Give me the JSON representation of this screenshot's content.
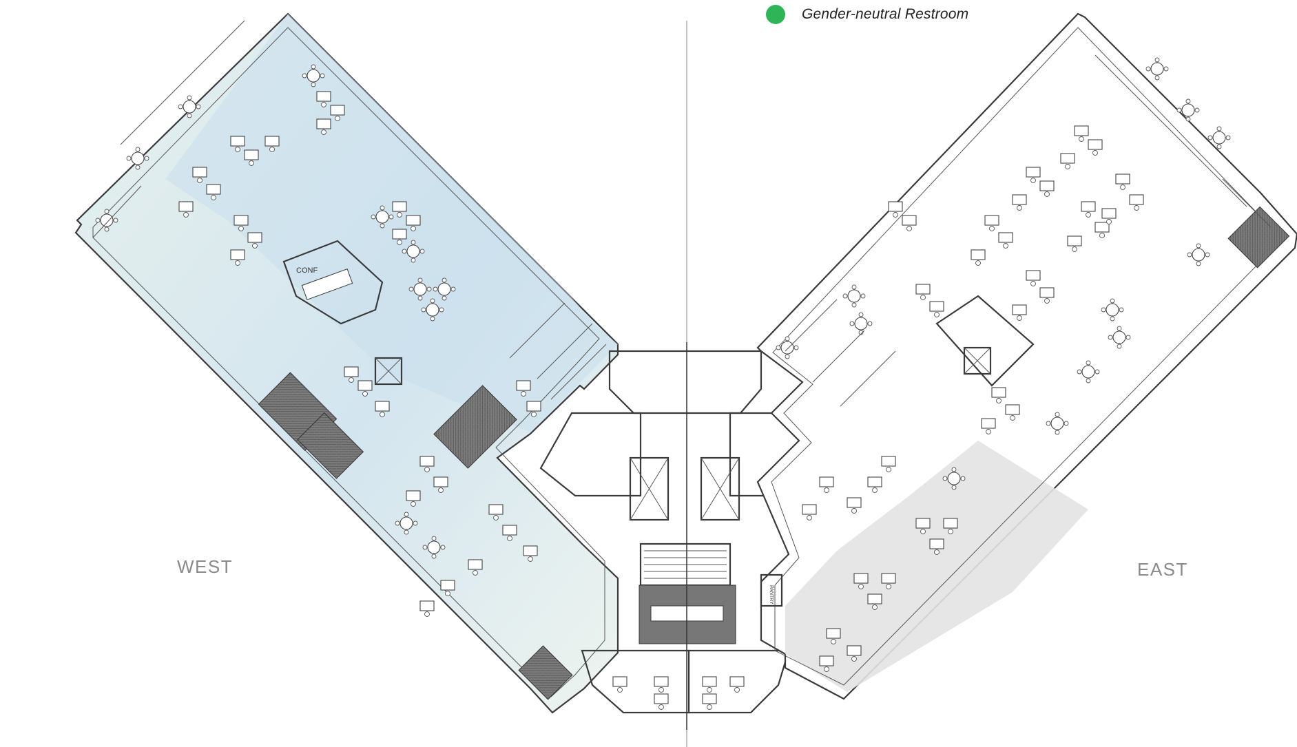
{
  "legend": {
    "label": "Gender-neutral Restroom",
    "color": "#2fb457",
    "icon": "green-dot-icon"
  },
  "wings": {
    "west": "WEST",
    "east": "EAST"
  },
  "room_labels": {
    "conf": "CONF",
    "pantry": "PANTRY"
  },
  "colors": {
    "west_zone_fill": "#cfe2ee",
    "west_zone_light": "#e2eff0",
    "east_zone_shade": "#e3e3e3",
    "dark_conference": "#7a7a7a",
    "wall": "#3a3a3a"
  }
}
